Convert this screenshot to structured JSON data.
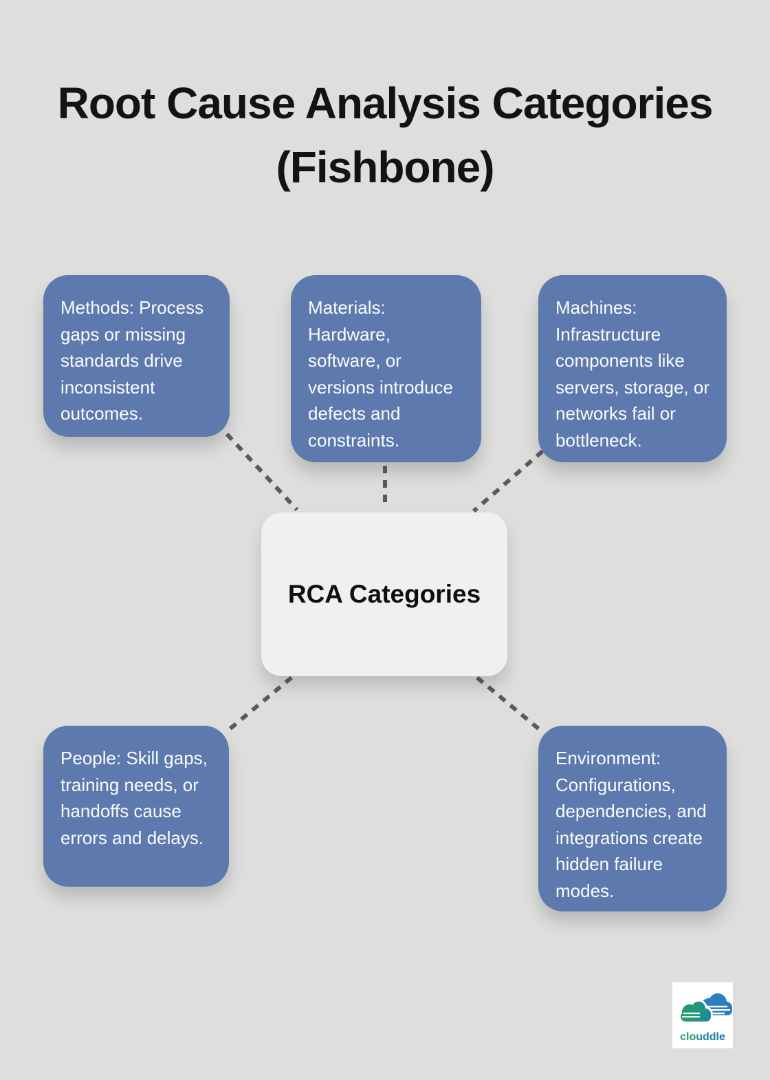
{
  "title": {
    "line1": "Root Cause Analysis Categories",
    "line2": "(Fishbone)"
  },
  "center_node": {
    "label": "RCA Categories"
  },
  "nodes": {
    "methods": {
      "text": "Methods: Process gaps or missing standards drive inconsistent outcomes."
    },
    "materials": {
      "text": "Materials: Hardware, software, or versions introduce defects and constraints."
    },
    "machines": {
      "text": "Machines: Infrastructure components like servers, storage, or networks fail or bottleneck."
    },
    "people": {
      "text": "People: Skill gaps, training needs, or handoffs cause errors and delays."
    },
    "environment": {
      "text": "Environment: Configurations, dependencies, and integrations create hidden failure modes."
    }
  },
  "logo": {
    "text": "clouddle"
  },
  "colors": {
    "background": "#dedfdd",
    "node_fill": "#5d79ad",
    "node_text": "#fbfcfd",
    "center_fill": "#eff0f2",
    "title_text": "#131313",
    "connector": "#5a5a5a",
    "logo_green": "#2aa05f",
    "logo_teal": "#1b88a0",
    "logo_blue": "#2b7dc0",
    "logo_text_green": "#2aa05f",
    "logo_text_blue": "#1570bd"
  }
}
